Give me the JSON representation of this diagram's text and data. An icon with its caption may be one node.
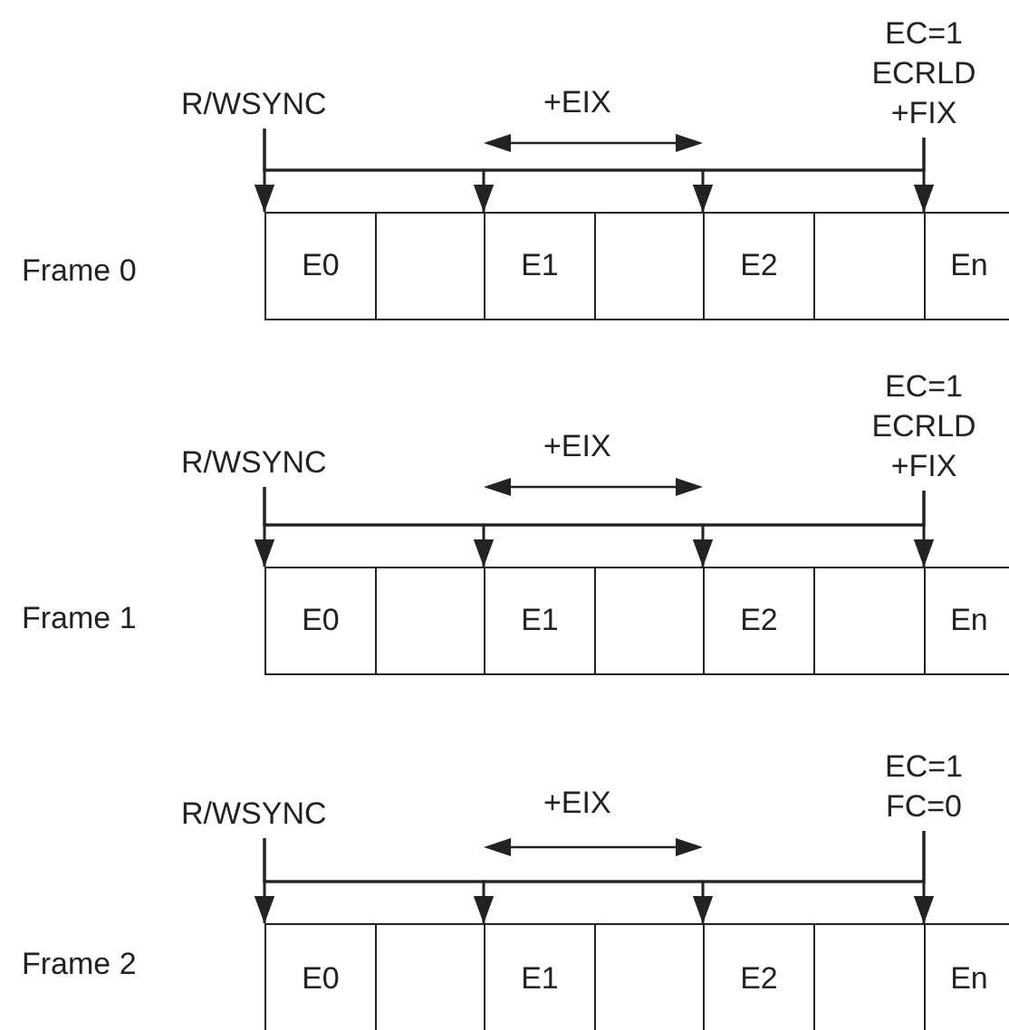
{
  "diagram": {
    "nodes": [
      {
        "text": [
          "R/WSYNC"
        ]
      },
      {
        "text": [
          "EC=1 ECRLD +FIX"
        ]
      },
      {
        "text": [
          "E0"
        ]
      },
      {
        "text": [],
        "shape": "box"
      },
      {
        "text": [
          "E1"
        ]
      },
      {
        "text": [],
        "shape": "box"
      },
      {
        "text": [
          "E2"
        ]
      },
      {
        "text": [],
        "shape": "box"
      },
      {
        "text": [
          "En"
        ]
      },
      {
        "text": [
          "R/WSYNC"
        ]
      },
      {
        "text": [
          "EC=1 ECRLD +FIX"
        ]
      },
      {
        "text": [
          "E0"
        ]
      },
      {
        "text": [],
        "shape": "box"
      },
      {
        "text": [
          "E1"
        ]
      },
      {
        "text": [],
        "shape": "box"
      },
      {
        "text": [
          "E2"
        ]
      },
      {
        "text": [],
        "shape": "box"
      },
      {
        "text": [
          "En"
        ]
      },
      {
        "text": [
          "R/WSYNC"
        ]
      },
      {
        "text": [
          "EC=1 FC=0"
        ]
      },
      {
        "text": [
          "E0"
        ]
      },
      {
        "text": [],
        "shape": "box"
      },
      {
        "text": [
          "E1"
        ]
      },
      {
        "text": [],
        "shape": "box"
      },
      {
        "text": [
          "E2"
        ]
      },
      {
        "text": [],
        "shape": "box"
      },
      {
        "text": [
          "En"
        ]
      }
    ],
    "edges": [
      {
        "from": 0,
        "to": 2,
        "arrow": "to"
      },
      {
        "from": 0,
        "to": 4,
        "arrow": "to"
      },
      {
        "from": 0,
        "to": 6,
        "arrow": "to"
      },
      {
        "from": 0,
        "to": 8,
        "arrow": "to"
      },
      {
        "from": 1,
        "to": 8,
        "arrow": "to"
      },
      {
        "from": 1,
        "to": 2,
        "arrow": "to"
      },
      {
        "from": 1,
        "to": 4,
        "arrow": "to"
      },
      {
        "from": 1,
        "to": 6,
        "arrow": "to"
      },
      {
        "from": 9,
        "to": 11,
        "arrow": "to"
      },
      {
        "from": 9,
        "to": 13,
        "arrow": "to"
      },
      {
        "from": 9,
        "to": 15,
        "arrow": "to"
      },
      {
        "from": 9,
        "to": 17,
        "arrow": "to"
      },
      {
        "from": 10,
        "to": 17,
        "arrow": "to"
      },
      {
        "from": 10,
        "to": 11,
        "arrow": "to"
      },
      {
        "from": 10,
        "to": 13,
        "arrow": "to"
      },
      {
        "from": 10,
        "to": 15,
        "arrow": "to"
      },
      {
        "from": 18,
        "to": 20,
        "arrow": "to"
      },
      {
        "from": 18,
        "to": 22,
        "arrow": "to"
      },
      {
        "from": 18,
        "to": 24,
        "arrow": "to"
      },
      {
        "from": 18,
        "to": 26,
        "arrow": "to"
      },
      {
        "from": 19,
        "to": 26,
        "arrow": "to"
      },
      {
        "from": 19,
        "to": 20,
        "arrow": "to"
      },
      {
        "from": 19,
        "to": 22,
        "arrow": "to"
      },
      {
        "from": 19,
        "to": 24,
        "arrow": "to"
      }
    ],
    "labels": [
      "+EIX",
      "Frame 0",
      "+EIX",
      "Frame 1",
      "+EIX",
      "Frame 2"
    ]
  }
}
